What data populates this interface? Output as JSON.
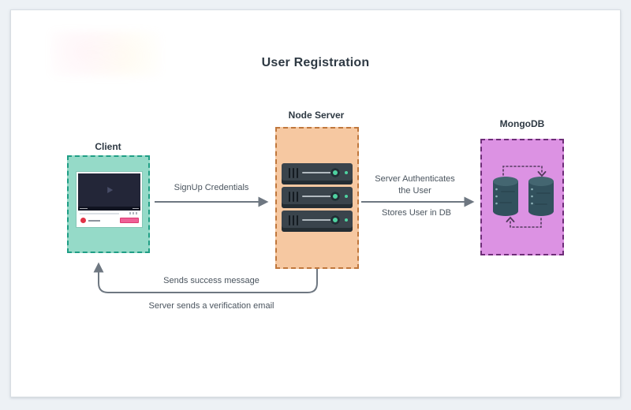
{
  "title": "User Registration",
  "client": {
    "label": "Client"
  },
  "node_server": {
    "label": "Node Server"
  },
  "mongodb": {
    "label": "MongoDB"
  },
  "flows": {
    "signup": "SignUp Credentials",
    "authenticate_line1": "Server Authenticates",
    "authenticate_line2": "the User",
    "store": "Stores User in DB",
    "success": "Sends success message",
    "verification": "Server sends a verification email"
  },
  "colors": {
    "client_fill": "#95dac8",
    "client_border": "#1f9e85",
    "server_fill": "#f6c8a1",
    "server_border": "#c0773c",
    "db_fill": "#dc92e3",
    "db_border": "#6e2d78",
    "arrow": "#6e7781",
    "accent_green": "#4ed2a0"
  }
}
